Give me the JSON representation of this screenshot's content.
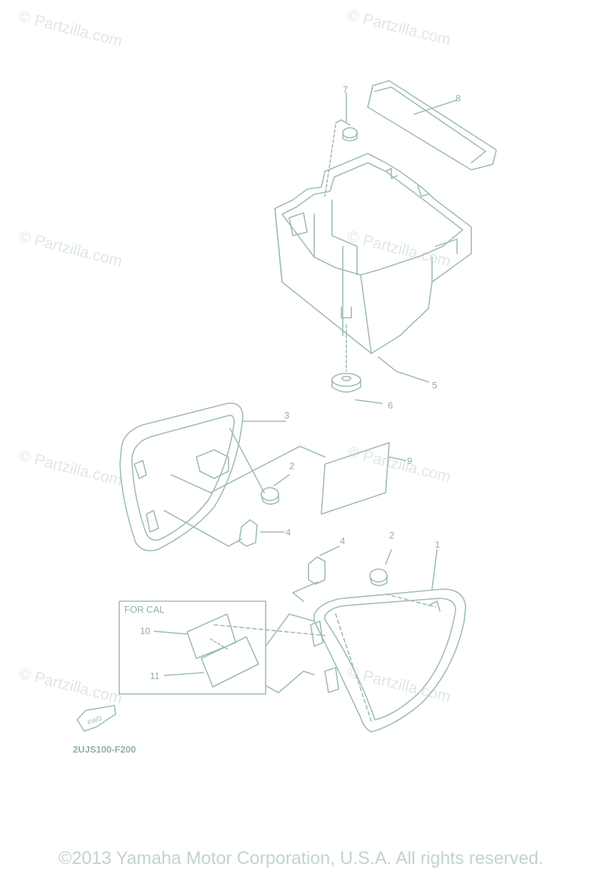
{
  "watermark_text": "© Partzilla.com",
  "callouts": [
    "1",
    "2",
    "2",
    "3",
    "4",
    "4",
    "5",
    "6",
    "7",
    "8",
    "9",
    "10",
    "11"
  ],
  "box_title": "FOR CAL",
  "diagram_code": "2UJS100-F200",
  "fwd_label": "FWD",
  "copyright": "©2013 Yamaha Motor Corporation, U.S.A. All rights reserved.",
  "colors": {
    "line": "#9dbcb4",
    "text": "#8fb1a8",
    "watermark": "#dfe8e6"
  }
}
